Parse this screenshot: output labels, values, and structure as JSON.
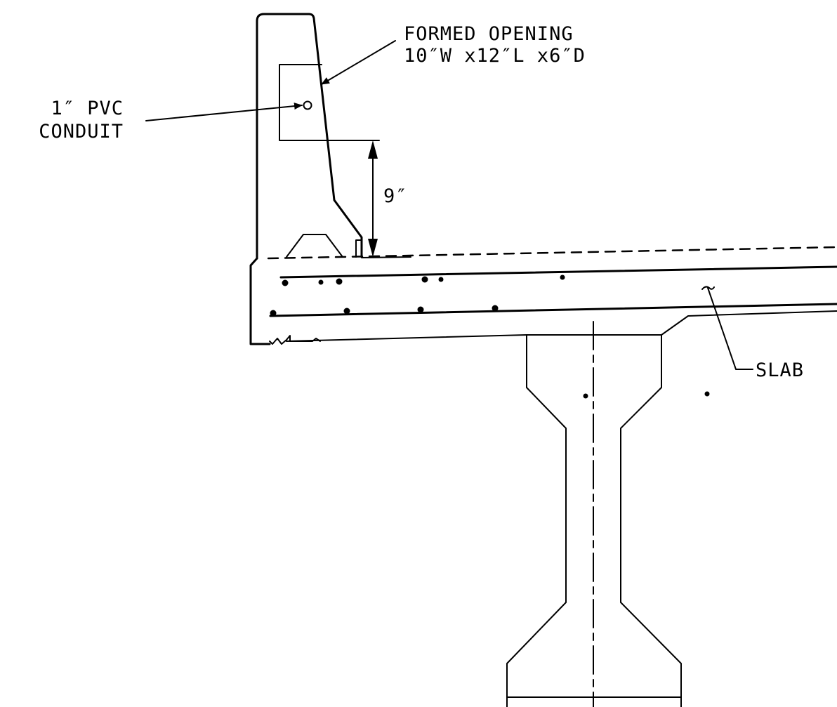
{
  "annotations": {
    "formed_opening_line1": "FORMED OPENING",
    "formed_opening_line2": "10″W x12″L x6″D",
    "pvc_line1": "1″ PVC",
    "pvc_line2": "CONDUIT",
    "dimension": "9″",
    "slab": "SLAB"
  },
  "colors": {
    "line": "#000000",
    "background": "#ffffff"
  }
}
